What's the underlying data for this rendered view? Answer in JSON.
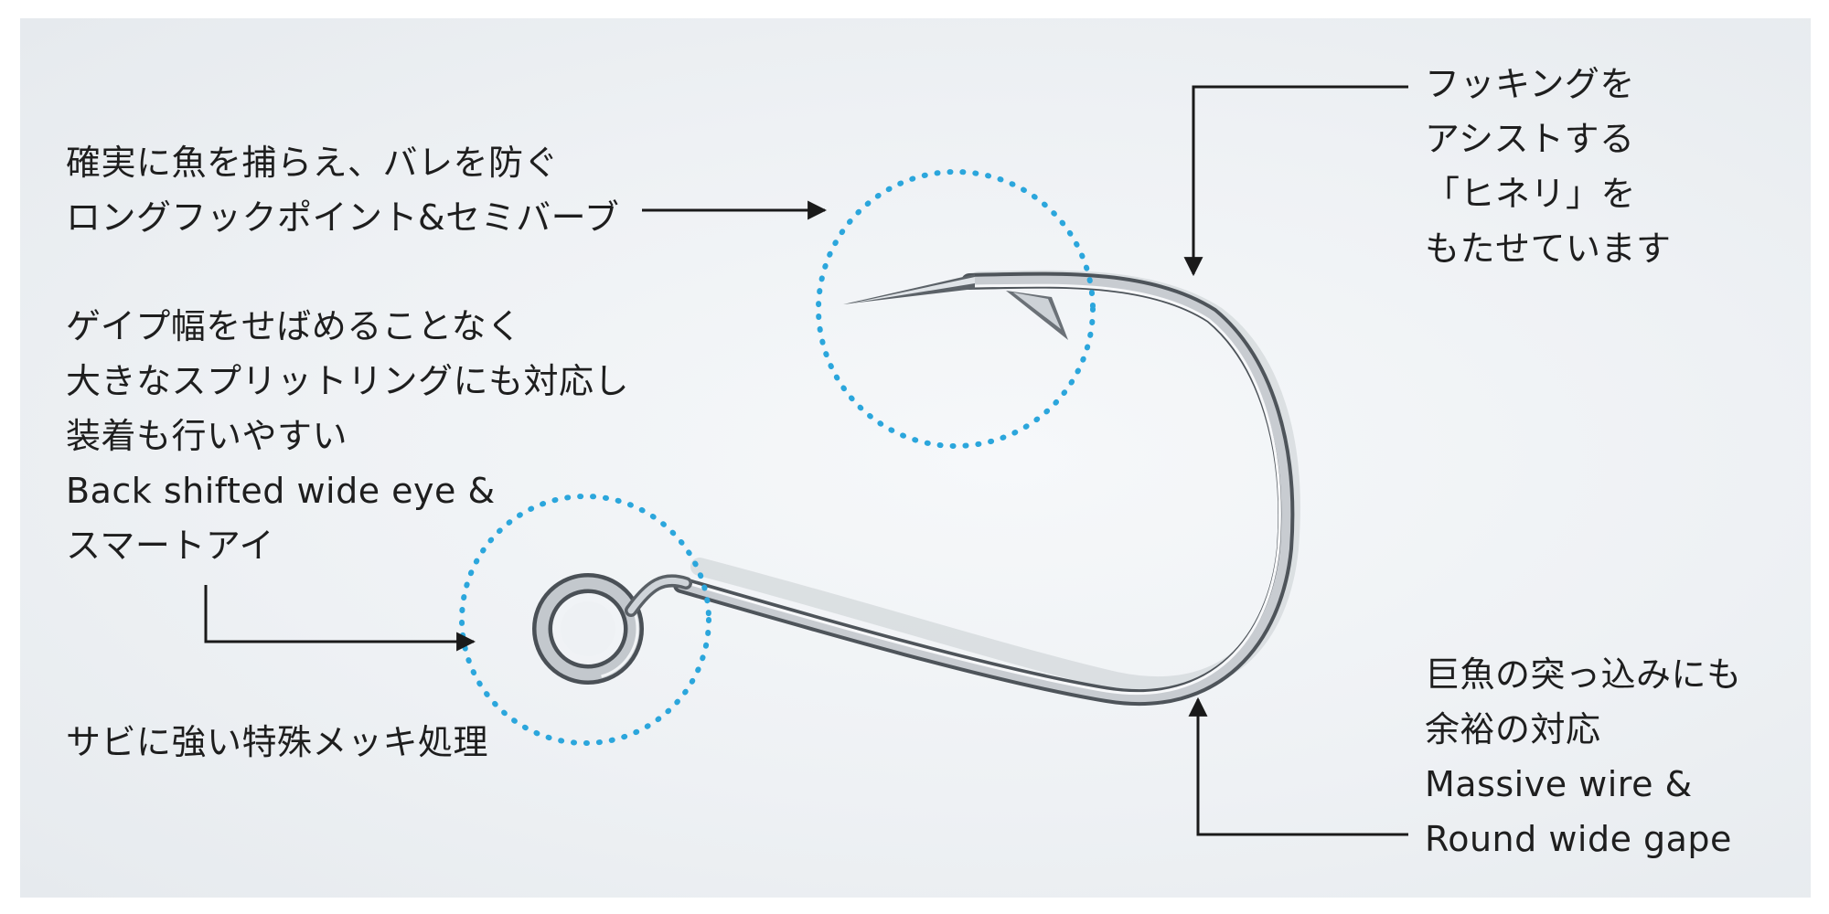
{
  "callouts": {
    "point": {
      "lines": [
        "確実に魚を捕らえ、バレを防ぐ",
        "ロングフックポイント&セミバーブ"
      ]
    },
    "eye": {
      "lines": [
        "ゲイプ幅をせばめることなく",
        "大きなスプリットリングにも対応し",
        "装着も行いやすい",
        "Back shifted wide eye &",
        "スマートアイ"
      ]
    },
    "plating": {
      "lines": [
        "サビに強い特殊メッキ処理"
      ]
    },
    "kirbed": {
      "lines": [
        "フッキングを",
        "アシストする",
        "「ヒネリ」を",
        "もたせています"
      ]
    },
    "wire": {
      "lines": [
        "巨魚の突っ込みにも",
        "余裕の対応",
        "Massive wire &",
        "Round wide gape"
      ]
    }
  },
  "colors": {
    "highlight_circle": "#2ba6dc",
    "arrow": "#1a1a1a",
    "background": "#eef1f4",
    "hook_metal": "#9aa0a6"
  },
  "icons": {
    "arrow": "arrow-icon",
    "highlight": "dotted-circle-icon",
    "hook": "fishing-hook-icon"
  }
}
